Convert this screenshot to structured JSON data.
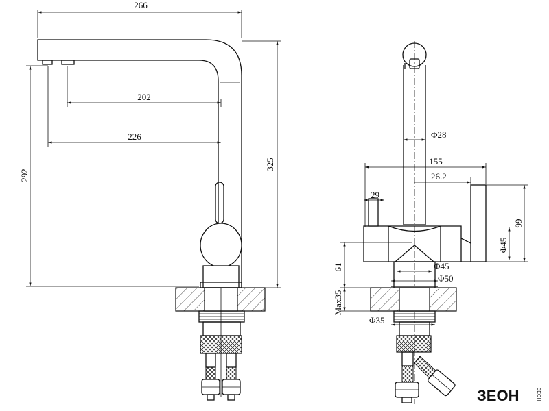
{
  "side_view": {
    "dims": {
      "reach_total": "266",
      "reach_202": "202",
      "reach_226": "226",
      "height_292": "292",
      "height_325": "325"
    }
  },
  "front_view": {
    "dims": {
      "spout_dia": "Φ28",
      "width_155": "155",
      "offset_262": "26.2",
      "handle_29": "29",
      "body_99": "99",
      "body_dia45_side": "Φ45",
      "height_61": "61",
      "base_dia45": "Φ45",
      "base_dia50": "Φ50",
      "max35": "Max35",
      "shank_dia35": "Φ35"
    }
  },
  "logo": {
    "brand": "ЗЕОН",
    "sub": "ЗЕОН"
  }
}
